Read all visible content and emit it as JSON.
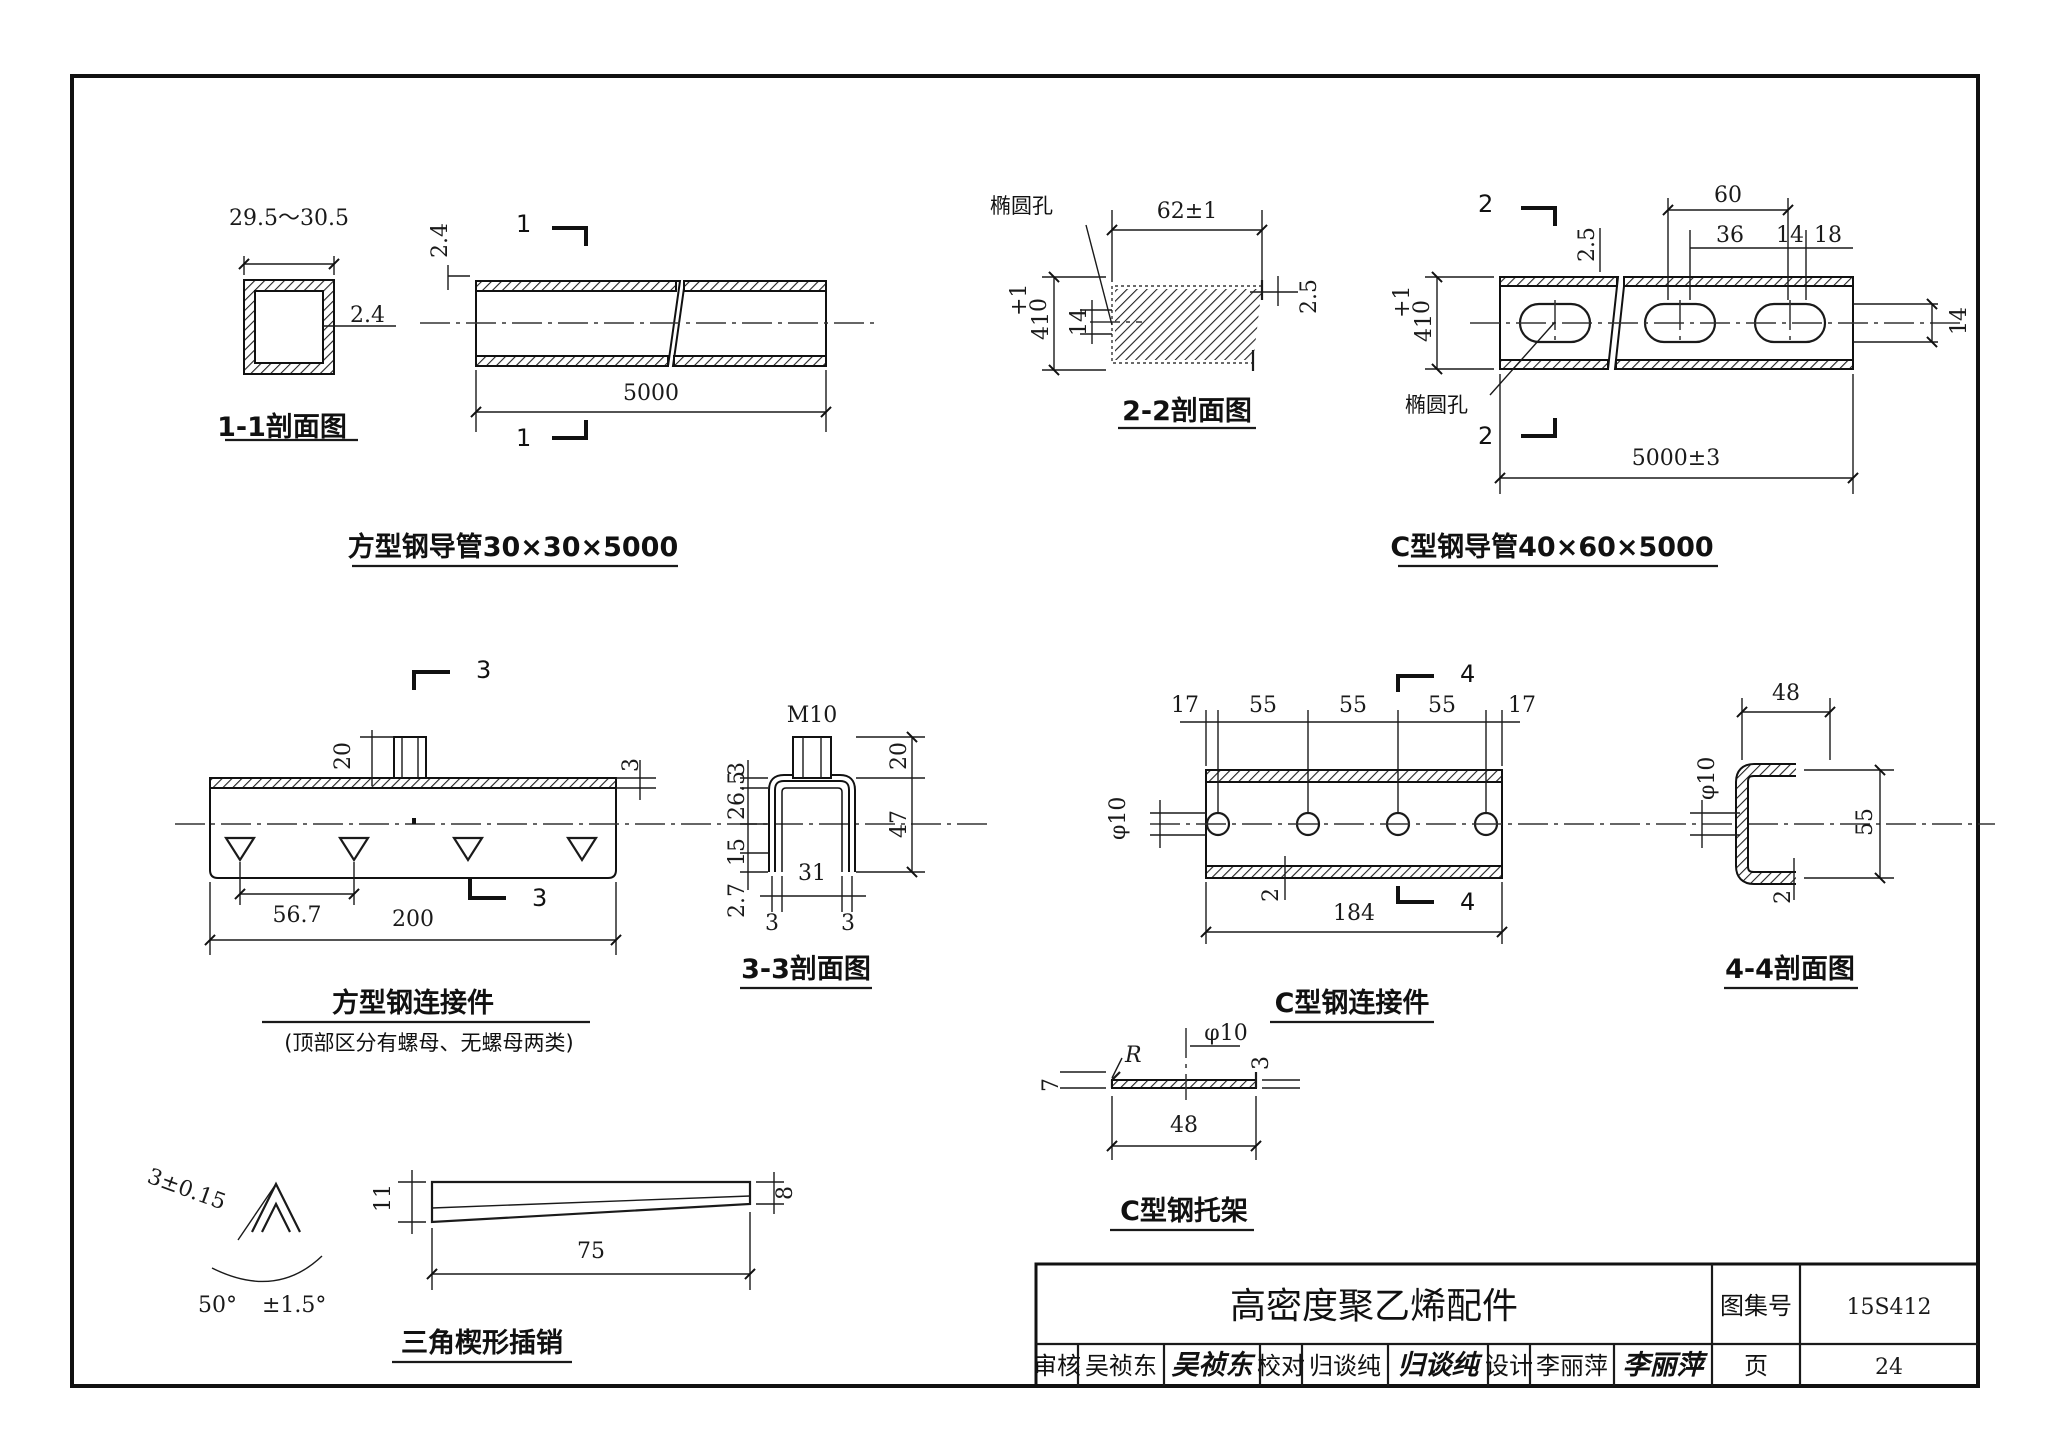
{
  "square_tube": {
    "title": "方型钢导管30×30×5000",
    "section_title": "1-1剖面图",
    "dim_width": "29.5～30.5",
    "dim_wall_top": "2.4",
    "dim_wall_side": "2.4",
    "dim_length": "5000",
    "cut_label": "1"
  },
  "c_tube": {
    "title": "C型钢导管40×60×5000",
    "section_title": "2-2剖面图",
    "slot_label_top": "椭圆孔",
    "slot_label_bottom": "椭圆孔",
    "dim_top": "62±1",
    "dim_lip": "2.5",
    "dim_height": "41",
    "dim_height_tol_upper": "+1",
    "dim_height_tol_lower": "0",
    "dim_slot": "14",
    "dim_wall": "2.5",
    "dim_60": "60",
    "dim_36": "36",
    "dim_14b": "14",
    "dim_18": "18",
    "dim_14c": "14",
    "dim_length": "5000±3",
    "cut_label": "2"
  },
  "square_connector": {
    "title": "方型钢连接件",
    "subtitle": "(顶部区分有螺母、无螺母两类)",
    "section_title": "3-3剖面图",
    "dim_nut": "20",
    "dim_wall": "3",
    "dim_pitch": "56.7",
    "dim_length": "200",
    "bolt": "M10",
    "dim_3a": "3",
    "dim_26_5": "26.5",
    "dim_15": "15",
    "dim_2_7": "2.7",
    "dim_20b": "20",
    "dim_47": "47",
    "dim_31": "31",
    "dim_3b": "3",
    "dim_3c": "3",
    "cut_label": "3"
  },
  "c_connector": {
    "title": "C型钢连接件",
    "section_title": "4-4剖面图",
    "dim_17a": "17",
    "dim_55a": "55",
    "dim_55b": "55",
    "dim_55c": "55",
    "dim_17b": "17",
    "dim_hole": "φ10",
    "dim_wall": "2",
    "dim_length": "184",
    "dim_48": "48",
    "dim_hole_b": "φ10",
    "dim_55_side": "55",
    "dim_wall_b": "2",
    "cut_label": "4"
  },
  "c_bracket": {
    "title": "C型钢托架",
    "dim_r": "R",
    "dim_hole": "φ10",
    "dim_7": "7",
    "dim_3": "3",
    "dim_48": "48"
  },
  "wedge_pin": {
    "title": "三角楔形插销",
    "dim_thickness": "3±0.15",
    "dim_angle": "50°",
    "dim_angle_tol": "±1.5°",
    "dim_11": "11",
    "dim_8": "8",
    "dim_75": "75"
  },
  "title_block": {
    "drawing_title": "高密度聚乙烯配件",
    "atlas_label": "图集号",
    "atlas_no": "15S412",
    "page_label": "页",
    "page_no": "24",
    "review_label": "审核",
    "reviewer": "吴祯东",
    "reviewer_sig": "吴祯东",
    "check_label": "校对",
    "checker": "归谈纯",
    "checker_sig": "归谈纯",
    "design_label": "设计",
    "designer": "李丽萍",
    "designer_sig": "李丽萍"
  }
}
